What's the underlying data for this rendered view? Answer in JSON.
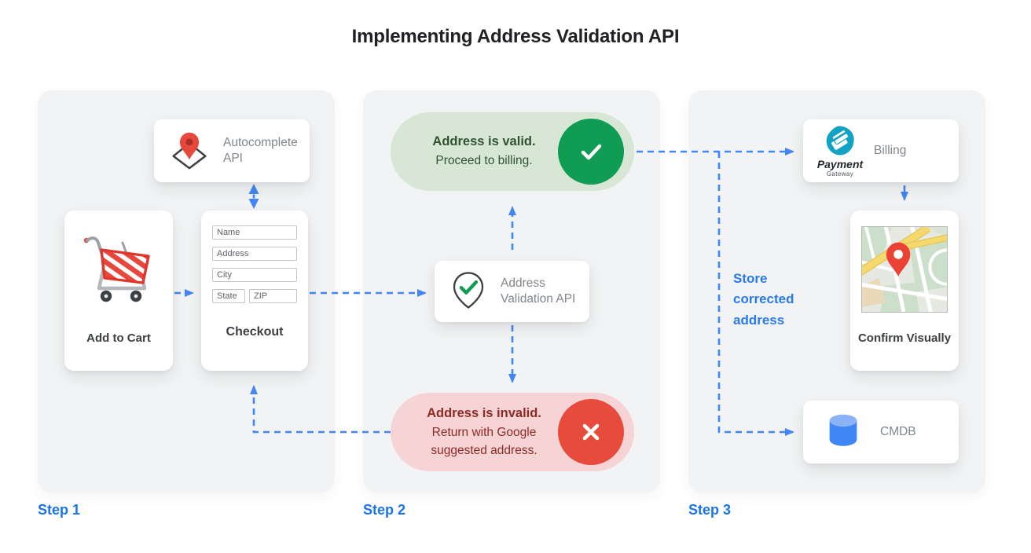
{
  "title": "Implementing Address Validation API",
  "colors": {
    "accent_blue": "#4285f4",
    "step_label_blue": "#1a73e8",
    "valid_green": "#109d53",
    "valid_pill_bg": "#d8e7d5",
    "invalid_red": "#e74b3c",
    "invalid_pill_bg": "#f6d4d6",
    "panel_bg": "#f1f3f4"
  },
  "step1": {
    "label": "Step 1",
    "autocomplete_card": {
      "label": "Autocomplete API"
    },
    "add_to_cart_card": {
      "label": "Add to Cart"
    },
    "checkout_card": {
      "fields": [
        "Name",
        "Address",
        "City",
        "State",
        "ZIP"
      ],
      "label": "Checkout"
    }
  },
  "step2": {
    "label": "Step 2",
    "valid_pill": {
      "title": "Address is valid.",
      "subtitle": "Proceed to billing."
    },
    "validation_card": {
      "label": "Address Validation API"
    },
    "invalid_pill": {
      "title": "Address is invalid.",
      "subtitle": "Return with Google suggested address."
    }
  },
  "step3": {
    "label": "Step 3",
    "billing_card": {
      "label": "Billing",
      "logo_line1": "Payment",
      "logo_line2": "Gateway"
    },
    "confirm_card": {
      "label": "Confirm Visually"
    },
    "cmdb_card": {
      "label": "CMDB"
    },
    "store_note": "Store corrected address"
  }
}
